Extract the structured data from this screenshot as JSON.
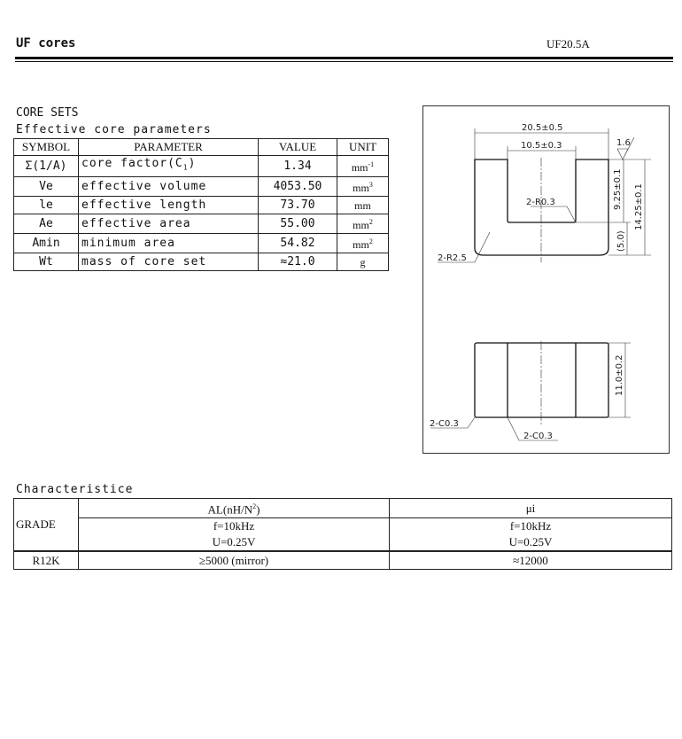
{
  "header": {
    "title": "UF cores",
    "part_number": "UF20.5A"
  },
  "core_sets": {
    "heading": "CORE SETS",
    "subheading": "Effective core parameters",
    "columns": [
      "SYMBOL",
      "PARAMETER",
      "VALUE",
      "UNIT"
    ],
    "rows": [
      {
        "symbol": "Σ(1/A)",
        "parameter": "core factor(C",
        "param_sub": "1",
        "param_end": ")",
        "value": "1.34",
        "unit": "mm",
        "unit_sup": "-1"
      },
      {
        "symbol": "Ve",
        "parameter": "effective volume",
        "value": "4053.50",
        "unit": "mm",
        "unit_sup": "3"
      },
      {
        "symbol": "le",
        "parameter": "effective length",
        "value": "73.70",
        "unit": "mm",
        "unit_sup": ""
      },
      {
        "symbol": "Ae",
        "parameter": "effective area",
        "value": "55.00",
        "unit": "mm",
        "unit_sup": "2"
      },
      {
        "symbol": "Amin",
        "parameter": "minimum area",
        "value": "54.82",
        "unit": "mm",
        "unit_sup": "2"
      },
      {
        "symbol": "Wt",
        "parameter": "mass of core set",
        "value": "≈21.0",
        "unit": "g",
        "unit_sup": ""
      }
    ]
  },
  "drawing": {
    "labels": {
      "width_outer": "20.5±0.5",
      "width_inner": "10.5±0.3",
      "roughness": "1.6",
      "inner_height": "9.25±0.1",
      "total_height": "14.25±0.1",
      "base": "(5.0)",
      "inner_radius": "2-R0.3",
      "outer_radius": "2-R2.5",
      "depth": "11.0±0.2",
      "chamfer_left": "2-C0.3",
      "chamfer_center": "2-C0.3"
    }
  },
  "characteristics": {
    "heading": "Characteristice",
    "grade_label": "GRADE",
    "al_header": "AL(nH/N",
    "al_sup": "2",
    "al_end": ")",
    "mu_header": "μi",
    "al_cond1": "f=10kHz",
    "al_cond2": "U=0.25V",
    "mu_cond1": "f=10kHz",
    "mu_cond2": "U=0.25V",
    "rows": [
      {
        "grade": "R12K",
        "al": "≥5000 (mirror)",
        "mu": "≈12000"
      }
    ]
  }
}
